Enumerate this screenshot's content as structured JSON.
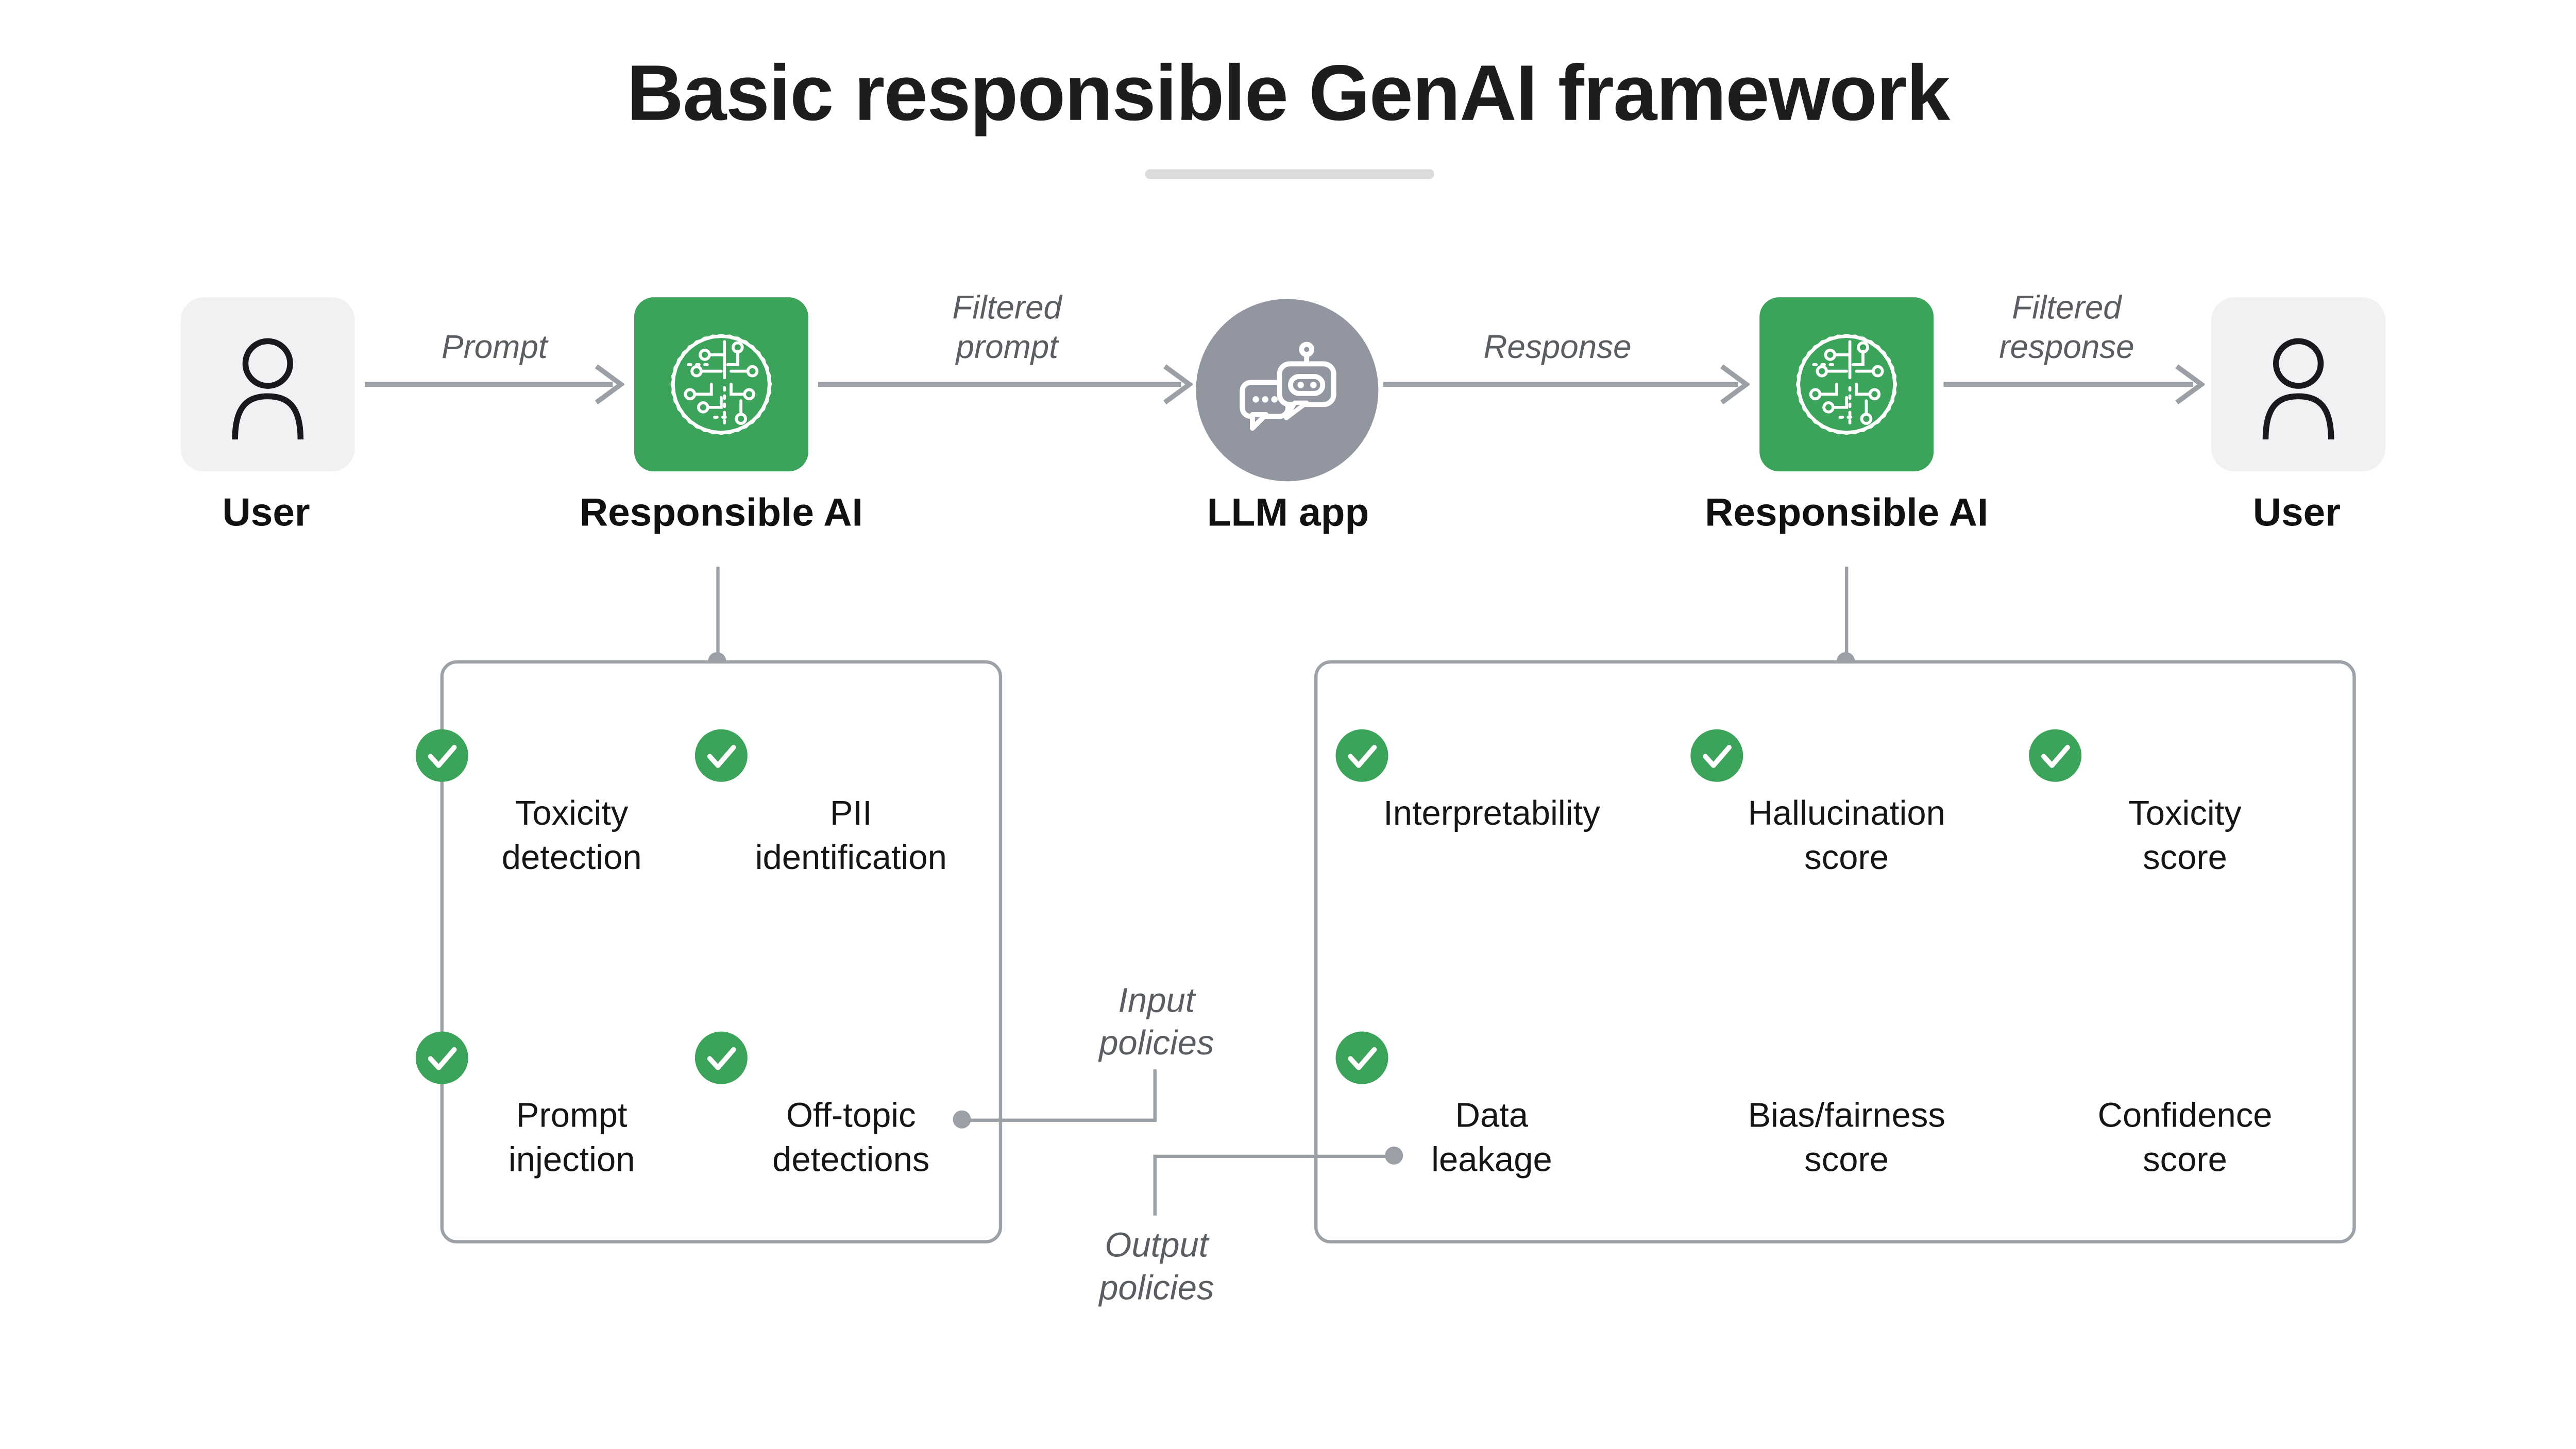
{
  "title": "Basic responsible GenAI framework",
  "nodes": {
    "user_left": {
      "label": "User"
    },
    "rai_left": {
      "label": "Responsible AI"
    },
    "llm": {
      "label": "LLM app"
    },
    "rai_right": {
      "label": "Responsible AI"
    },
    "user_right": {
      "label": "User"
    }
  },
  "arrows": {
    "prompt": {
      "lines": [
        "Prompt"
      ]
    },
    "filtered_prompt": {
      "lines": [
        "Filtered",
        "prompt"
      ]
    },
    "response": {
      "lines": [
        "Response"
      ]
    },
    "filtered_response": {
      "lines": [
        "Filtered",
        "response"
      ]
    }
  },
  "panels": {
    "input": {
      "connector_label": {
        "lines": [
          "Input",
          "policies"
        ]
      },
      "items": [
        {
          "lines": [
            "Toxicity",
            "detection"
          ],
          "checked": true
        },
        {
          "lines": [
            "PII",
            "identification"
          ],
          "checked": true
        },
        {
          "lines": [
            "Prompt",
            "injection"
          ],
          "checked": true
        },
        {
          "lines": [
            "Off-topic",
            "detections"
          ],
          "checked": true
        }
      ]
    },
    "output": {
      "connector_label": {
        "lines": [
          "Output",
          "policies"
        ]
      },
      "items": [
        {
          "lines": [
            "Interpretability"
          ],
          "checked": true
        },
        {
          "lines": [
            "Hallucination",
            "score"
          ],
          "checked": true
        },
        {
          "lines": [
            "Toxicity",
            "score"
          ],
          "checked": true
        },
        {
          "lines": [
            "Data",
            "leakage"
          ],
          "checked": true
        },
        {
          "lines": [
            "Bias/fairness",
            "score"
          ],
          "checked": false
        },
        {
          "lines": [
            "Confidence",
            "score"
          ],
          "checked": false
        }
      ]
    }
  },
  "colors": {
    "green": "#3CA45A",
    "node_gray": "#9196A0",
    "line_gray": "#9AA0A6",
    "text_gray": "#5A5E63",
    "ink": "#1C1D1F",
    "card_bg": "#EFF1F3",
    "panel_border": "#9CA2A8",
    "divider": "#DBDBDB"
  }
}
